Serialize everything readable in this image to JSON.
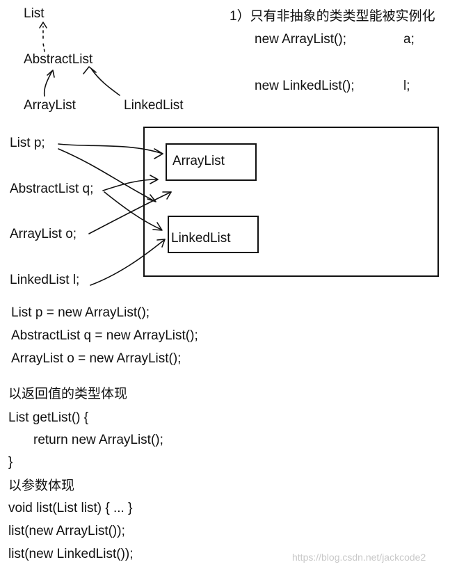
{
  "hierarchy": {
    "list": "List",
    "abstract_list": "AbstractList",
    "array_list": "ArrayList",
    "linked_list": "LinkedList"
  },
  "note": {
    "heading": "1）只有非抽象的类类型能被实例化",
    "line1_code": "new ArrayList();",
    "line1_var": "a;",
    "line2_code": "new LinkedList();",
    "line2_var": "l;"
  },
  "references": {
    "p": "List p;",
    "q": "AbstractList q;",
    "o": "ArrayList o;",
    "l": "LinkedList l;"
  },
  "objects": {
    "array_list": "ArrayList",
    "linked_list": "LinkedList"
  },
  "assignments": [
    "List p = new ArrayList();",
    "AbstractList q = new ArrayList();",
    "ArrayList o = new ArrayList();"
  ],
  "return_section": {
    "heading": "以返回值的类型体现",
    "lines": [
      "List getList() {",
      "return new ArrayList();",
      "}"
    ]
  },
  "param_section": {
    "heading": "以参数体现",
    "lines": [
      "void list(List list) { ... }",
      "list(new ArrayList());",
      "list(new LinkedList());"
    ]
  },
  "watermark": "https://blog.csdn.net/jackcode2"
}
